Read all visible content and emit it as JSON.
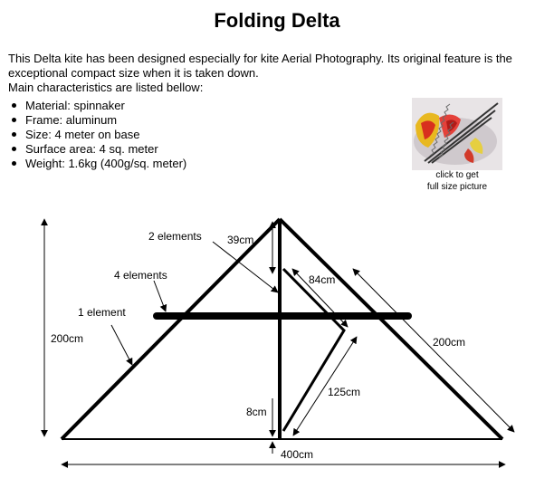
{
  "page": {
    "title": "Folding Delta",
    "intro": "This Delta kite has been designed especially for kite Aerial Photography. Its original feature is the exceptional compact size when it is taken down.",
    "main_characteristics": "Main characteristics are listed bellow:",
    "specs": [
      "Material: spinnaker",
      "Frame: aluminum",
      "Size: 4 meter on base",
      "Surface area: 4 sq. meter",
      "Weight: 1.6kg (400g/sq. meter)"
    ]
  },
  "photo": {
    "caption_line1": "click to get",
    "caption_line2": "full size picture"
  },
  "diagram": {
    "labels": {
      "two_elements": "2 elements",
      "four_elements": "4 elements",
      "one_element": "1 element",
      "height_total": "200cm",
      "top_gap": "39cm",
      "upper_strut": "84cm",
      "side_right": "200cm",
      "lower_strut": "125cm",
      "bottom_gap": "8cm",
      "base": "400cm"
    }
  }
}
